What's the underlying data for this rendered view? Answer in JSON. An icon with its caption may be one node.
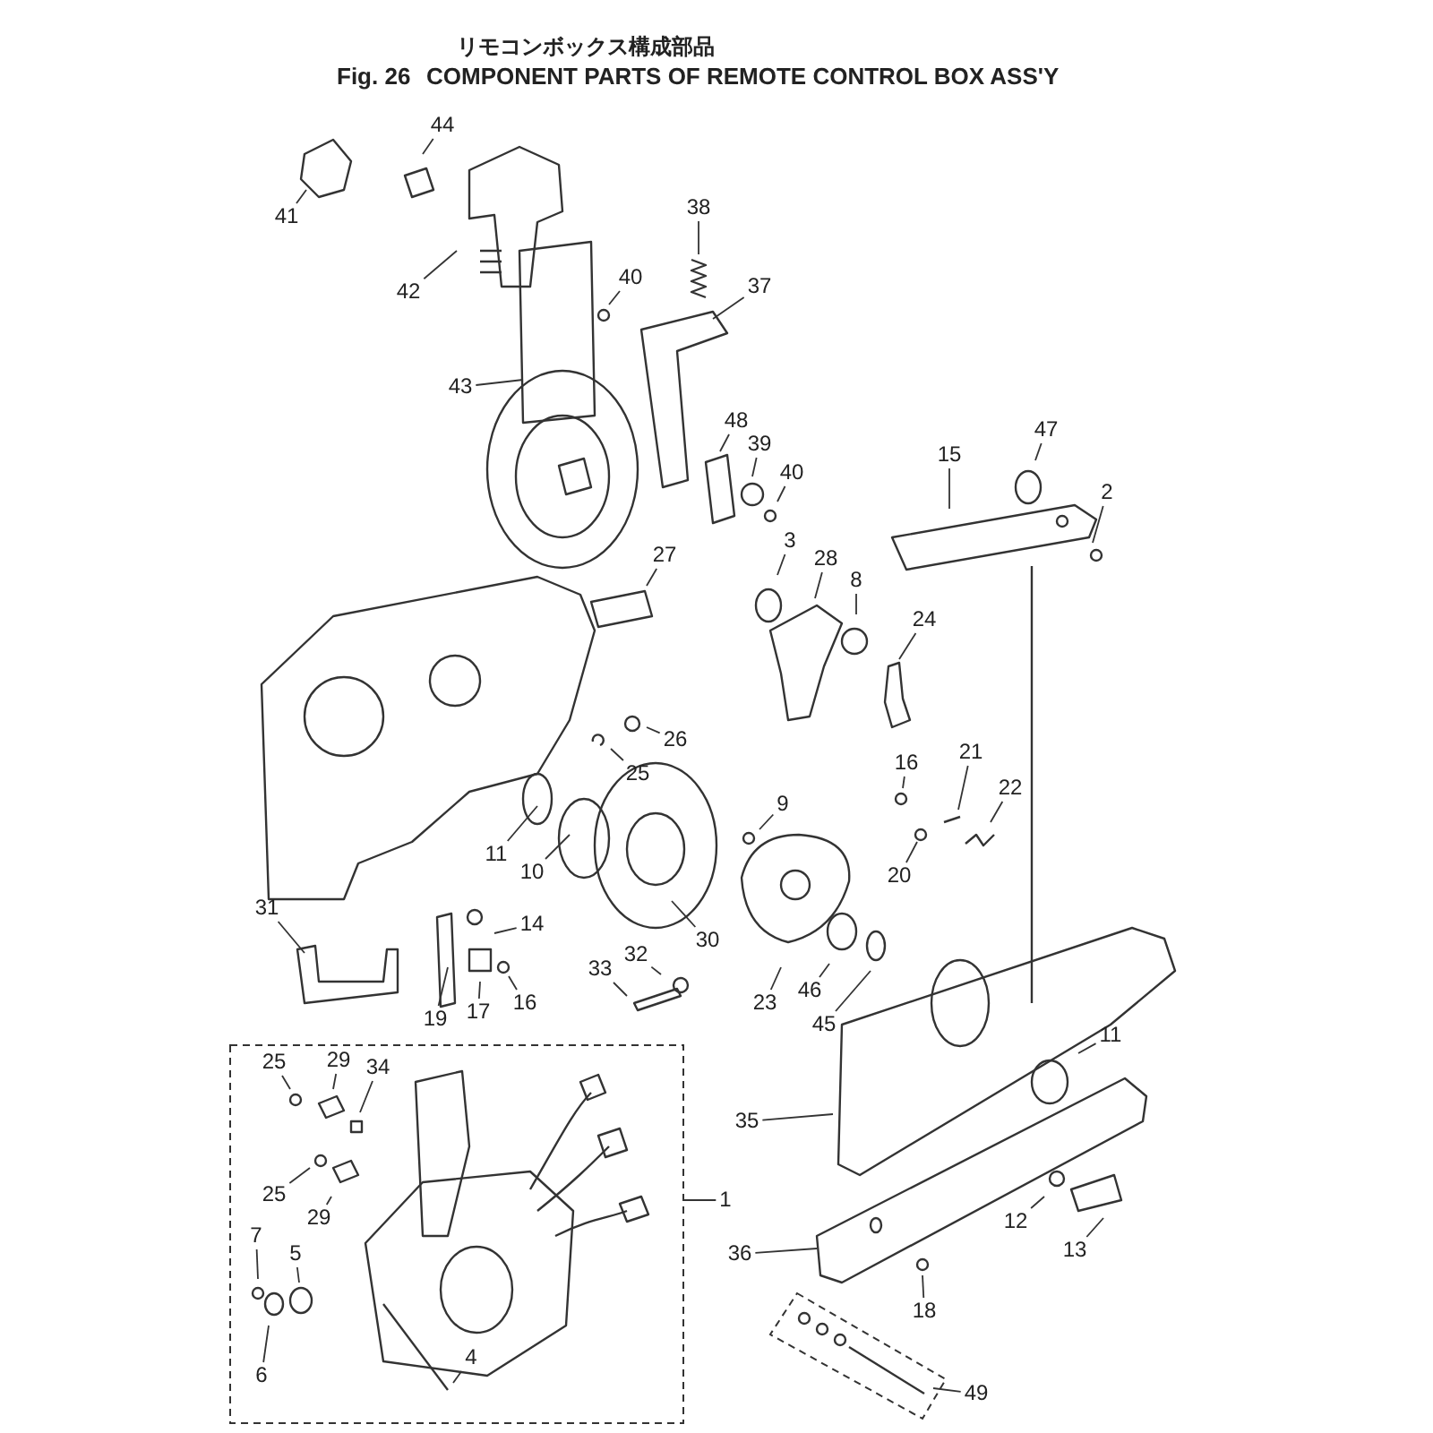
{
  "diagram": {
    "title": "リモコンボックス構成部品",
    "labels": [
      "Fig. 26",
      "COMPONENT PARTS OF REMOTE CONTROL BOX ASS'Y"
    ],
    "nodes": [
      {
        "text": [
          "41"
        ]
      },
      {
        "text": [
          "44"
        ]
      },
      {
        "text": [
          "42"
        ]
      },
      {
        "text": [
          "40"
        ]
      },
      {
        "text": [
          "38"
        ]
      },
      {
        "text": [
          "37"
        ]
      },
      {
        "text": [
          "43"
        ]
      },
      {
        "text": [
          "48"
        ]
      },
      {
        "text": [
          "39"
        ]
      },
      {
        "text": [
          "40"
        ]
      },
      {
        "text": [
          "15"
        ]
      },
      {
        "text": [
          "47"
        ]
      },
      {
        "text": [
          "2"
        ]
      },
      {
        "text": [
          "27"
        ]
      },
      {
        "text": [
          "3"
        ]
      },
      {
        "text": [
          "28"
        ]
      },
      {
        "text": [
          "8"
        ]
      },
      {
        "text": [
          "24"
        ]
      },
      {
        "text": [
          "26"
        ]
      },
      {
        "text": [
          "25"
        ]
      },
      {
        "text": [
          "11"
        ]
      },
      {
        "text": [
          "10"
        ]
      },
      {
        "text": [
          "9"
        ]
      },
      {
        "text": [
          "16"
        ]
      },
      {
        "text": [
          "21"
        ]
      },
      {
        "text": [
          "22"
        ]
      },
      {
        "text": [
          "20"
        ]
      },
      {
        "text": [
          "14"
        ]
      },
      {
        "text": [
          "30"
        ]
      },
      {
        "text": [
          "31"
        ]
      },
      {
        "text": [
          "19"
        ]
      },
      {
        "text": [
          "17"
        ]
      },
      {
        "text": [
          "16"
        ]
      },
      {
        "text": [
          "33"
        ]
      },
      {
        "text": [
          "32"
        ]
      },
      {
        "text": [
          "23"
        ]
      },
      {
        "text": [
          "46"
        ]
      },
      {
        "text": [
          "45"
        ]
      },
      {
        "text": [
          "35"
        ]
      },
      {
        "text": [
          "11"
        ]
      },
      {
        "text": [],
        "shape": "box"
      },
      {
        "text": [
          "25"
        ],
        "in": 40
      },
      {
        "text": [
          "29"
        ],
        "in": 40
      },
      {
        "text": [
          "34"
        ],
        "in": 40
      },
      {
        "text": [
          "25"
        ],
        "in": 40
      },
      {
        "text": [
          "29"
        ],
        "in": 40
      },
      {
        "text": [
          "7"
        ],
        "in": 40
      },
      {
        "text": [
          "5"
        ],
        "in": 40
      },
      {
        "text": [
          "6"
        ],
        "in": 40
      },
      {
        "text": [
          "4"
        ],
        "in": 40
      },
      {
        "text": [
          "1"
        ]
      },
      {
        "text": [
          "36"
        ]
      },
      {
        "text": [
          "12"
        ]
      },
      {
        "text": [
          "13"
        ]
      },
      {
        "text": [
          "18"
        ]
      },
      {
        "text": [],
        "shape": "box"
      },
      {
        "text": [
          "49"
        ]
      }
    ],
    "edges": [
      {
        "from": 0,
        "to": null,
        "arrow": "none"
      },
      {
        "from": 1,
        "to": null,
        "arrow": "none"
      },
      {
        "from": 2,
        "to": null,
        "arrow": "none"
      },
      {
        "from": 3,
        "to": null,
        "arrow": "none"
      },
      {
        "from": 4,
        "to": null,
        "arrow": "none"
      },
      {
        "from": 5,
        "to": null,
        "arrow": "none"
      },
      {
        "from": 6,
        "to": null,
        "arrow": "none"
      },
      {
        "from": 7,
        "to": null,
        "arrow": "none"
      },
      {
        "from": 8,
        "to": null,
        "arrow": "none"
      },
      {
        "from": 9,
        "to": null,
        "arrow": "none"
      },
      {
        "from": 10,
        "to": null,
        "arrow": "none"
      },
      {
        "from": 11,
        "to": null,
        "arrow": "none"
      },
      {
        "from": 12,
        "to": null,
        "arrow": "none"
      },
      {
        "from": 13,
        "to": null,
        "arrow": "none"
      },
      {
        "from": 14,
        "to": null,
        "arrow": "none"
      },
      {
        "from": 15,
        "to": null,
        "arrow": "none"
      },
      {
        "from": 16,
        "to": null,
        "arrow": "none"
      },
      {
        "from": 17,
        "to": null,
        "arrow": "none"
      },
      {
        "from": 18,
        "to": null,
        "arrow": "none"
      },
      {
        "from": 19,
        "to": null,
        "arrow": "none"
      },
      {
        "from": 20,
        "to": null,
        "arrow": "none"
      },
      {
        "from": 21,
        "to": null,
        "arrow": "none"
      },
      {
        "from": 22,
        "to": null,
        "arrow": "none"
      },
      {
        "from": 23,
        "to": null,
        "arrow": "none"
      },
      {
        "from": 24,
        "to": null,
        "arrow": "none"
      },
      {
        "from": 25,
        "to": null,
        "arrow": "none"
      },
      {
        "from": 26,
        "to": null,
        "arrow": "none"
      },
      {
        "from": 27,
        "to": null,
        "arrow": "none"
      },
      {
        "from": 28,
        "to": null,
        "arrow": "none"
      },
      {
        "from": 29,
        "to": null,
        "arrow": "none"
      },
      {
        "from": 30,
        "to": null,
        "arrow": "none"
      },
      {
        "from": 31,
        "to": null,
        "arrow": "none"
      },
      {
        "from": 32,
        "to": null,
        "arrow": "none"
      },
      {
        "from": 33,
        "to": null,
        "arrow": "none"
      },
      {
        "from": 34,
        "to": null,
        "arrow": "none"
      },
      {
        "from": 35,
        "to": null,
        "arrow": "none"
      },
      {
        "from": 36,
        "to": null,
        "arrow": "none"
      },
      {
        "from": 37,
        "to": null,
        "arrow": "none"
      },
      {
        "from": 38,
        "to": null,
        "arrow": "none"
      },
      {
        "from": 39,
        "to": null,
        "arrow": "none"
      },
      {
        "from": 41,
        "to": null,
        "arrow": "none"
      },
      {
        "from": 42,
        "to": null,
        "arrow": "none"
      },
      {
        "from": 43,
        "to": null,
        "arrow": "none"
      },
      {
        "from": 44,
        "to": null,
        "arrow": "none"
      },
      {
        "from": 45,
        "to": null,
        "arrow": "none"
      },
      {
        "from": 46,
        "to": null,
        "arrow": "none"
      },
      {
        "from": 47,
        "to": null,
        "arrow": "none"
      },
      {
        "from": 48,
        "to": null,
        "arrow": "none"
      },
      {
        "from": 49,
        "to": null,
        "arrow": "none"
      },
      {
        "from": 50,
        "to": 40,
        "arrow": "none"
      },
      {
        "from": 51,
        "to": null,
        "arrow": "none"
      },
      {
        "from": 52,
        "to": null,
        "arrow": "none"
      },
      {
        "from": 53,
        "to": null,
        "arrow": "none"
      },
      {
        "from": 54,
        "to": null,
        "arrow": "none"
      },
      {
        "from": 56,
        "to": 55,
        "arrow": "none"
      }
    ]
  }
}
